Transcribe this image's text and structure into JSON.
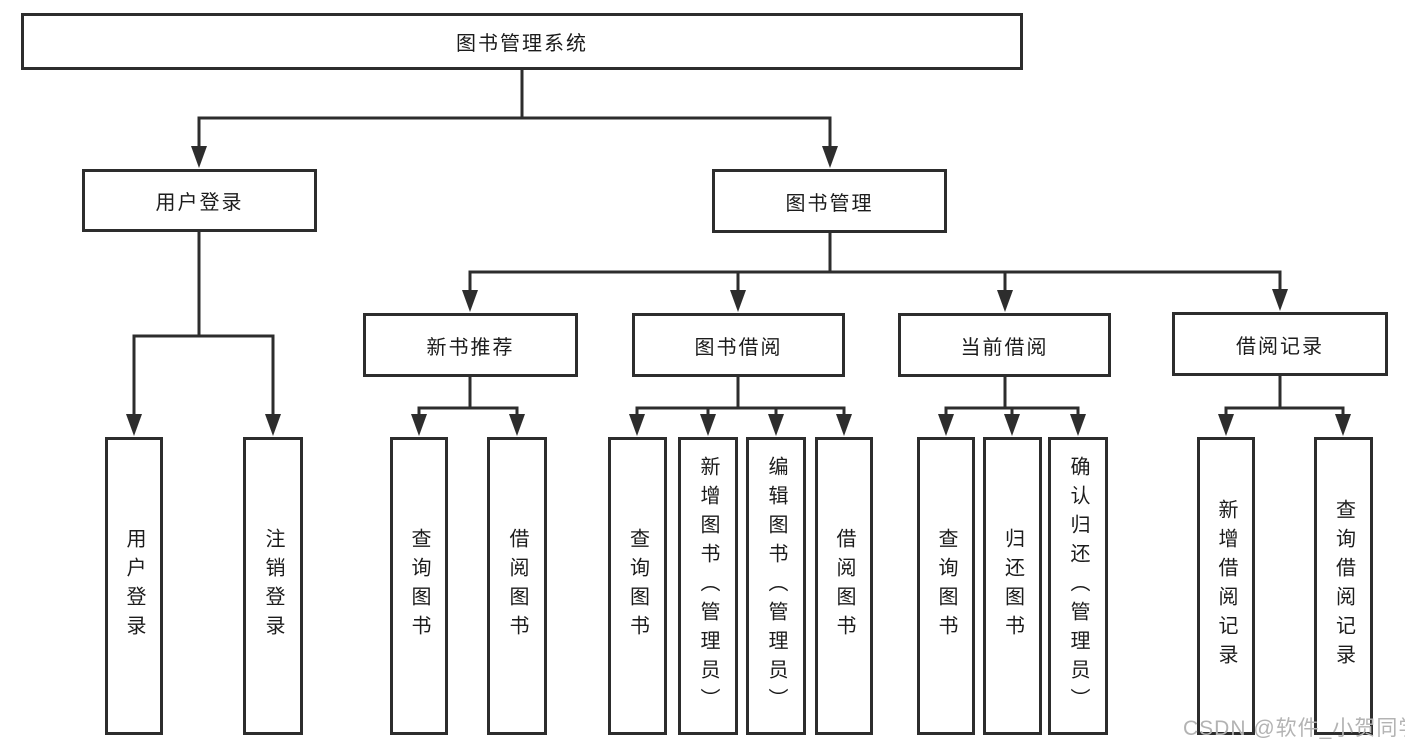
{
  "diagram_title": "图书管理系统",
  "nodes": {
    "root": {
      "label": "图书管理系统"
    },
    "userLogin": {
      "label": "用户登录"
    },
    "bookMgmt": {
      "label": "图书管理"
    },
    "newBookRec": {
      "label": "新书推荐"
    },
    "bookBorrow": {
      "label": "图书借阅"
    },
    "currentBorrow": {
      "label": "当前借阅"
    },
    "borrowRecords": {
      "label": "借阅记录"
    },
    "leafUserLogin": {
      "label": "用户登录"
    },
    "leafLogout": {
      "label": "注销登录"
    },
    "queryBook1": {
      "label": "查询图书"
    },
    "borrowBook1": {
      "label": "借阅图书"
    },
    "queryBook2": {
      "label": "查询图书"
    },
    "addBook": {
      "label": "新增图书（管理员）"
    },
    "editBook": {
      "label": "编辑图书（管理员）"
    },
    "borrowBook2": {
      "label": "借阅图书"
    },
    "queryBook3": {
      "label": "查询图书"
    },
    "returnBook": {
      "label": "归还图书"
    },
    "confirmReturn": {
      "label": "确认归还（管理员）"
    },
    "addRecord": {
      "label": "新增借阅记录"
    },
    "queryRecord": {
      "label": "查询借阅记录"
    }
  },
  "watermark": "CSDN @软件_小贺同学",
  "colors": {
    "border": "#2d2d2d",
    "line": "#2d2d2d",
    "text": "#1c1c1c",
    "watermark": "#b3b3b3",
    "background": "#ffffff"
  }
}
